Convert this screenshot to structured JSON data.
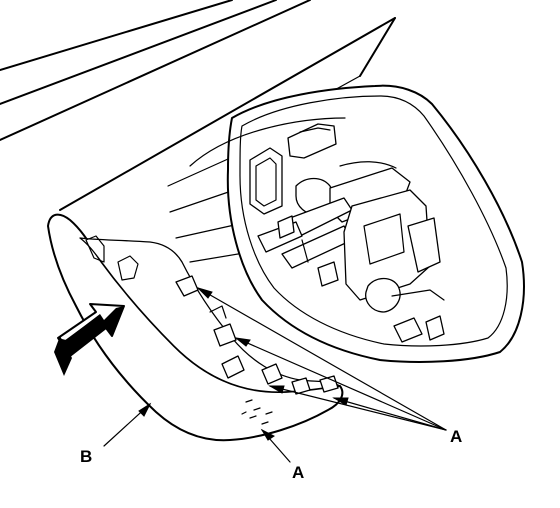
{
  "labels": {
    "a_main": "A",
    "a_lower": "A",
    "b": "B"
  },
  "icons": {
    "pull_direction": "arrow-icon"
  }
}
